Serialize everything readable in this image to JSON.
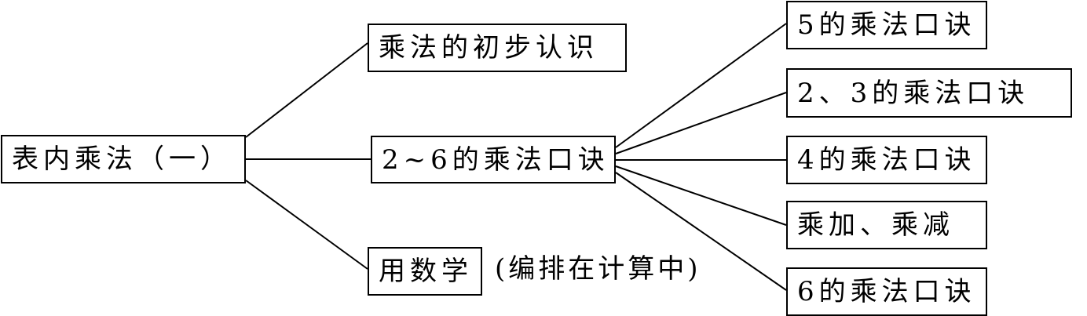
{
  "root": {
    "label": "表内乘法（一）"
  },
  "branches": {
    "intro": {
      "label": "乘法的初步认识"
    },
    "table": {
      "label": "2~6的乘法口诀"
    },
    "use": {
      "label": "用数学",
      "note": "(编排在计算中)"
    }
  },
  "leaves": {
    "five": {
      "label": "5的乘法口诀"
    },
    "two_three": {
      "label": "2、3的乘法口诀"
    },
    "four": {
      "label": "4的乘法口诀"
    },
    "mul_add": {
      "label": "乘加、乘减"
    },
    "six": {
      "label": "6的乘法口诀"
    }
  },
  "colors": {
    "line": "#000000",
    "border": "#000000",
    "background": "#ffffff"
  }
}
